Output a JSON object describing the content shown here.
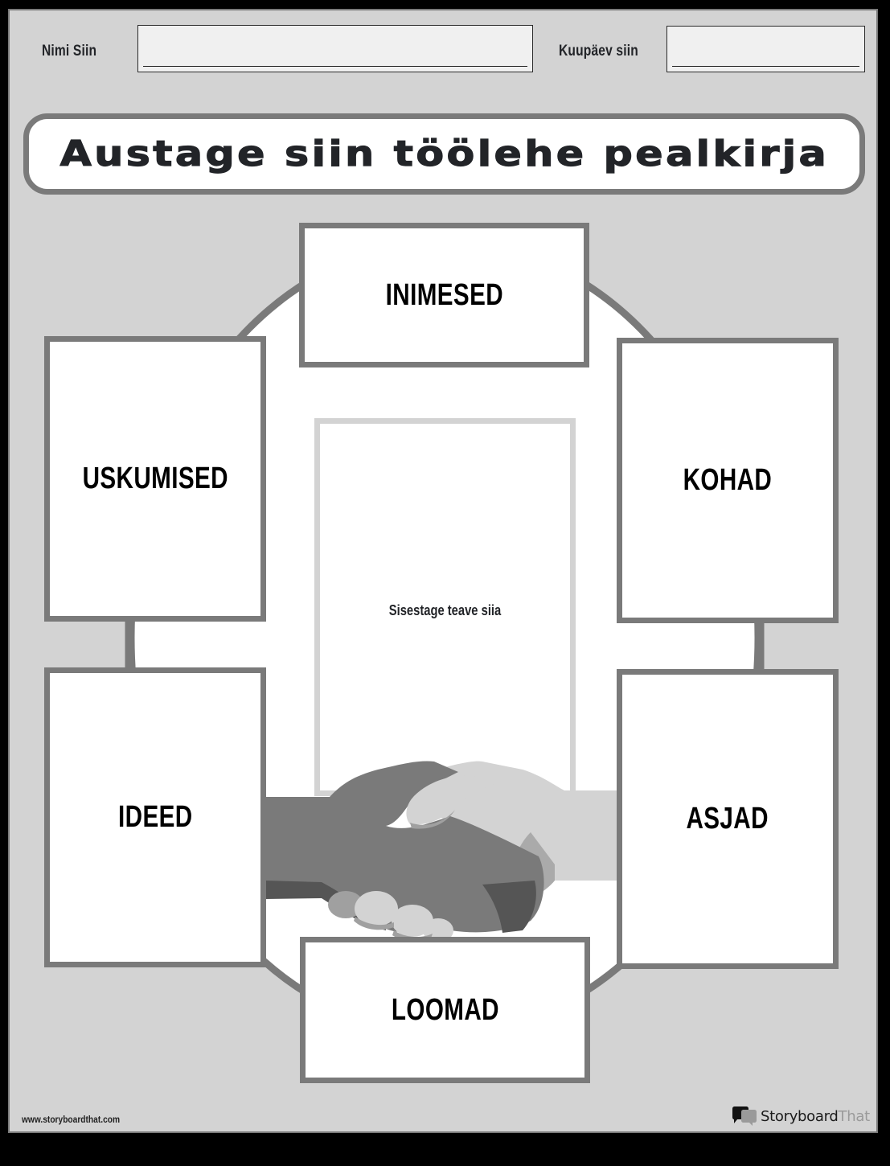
{
  "header": {
    "name_label": "Nimi Siin",
    "name_value": "",
    "date_label": "Kuupäev siin",
    "date_value": ""
  },
  "title": "Austage siin töölehe pealkirja",
  "boxes": {
    "top": "INIMESED",
    "left_upper": "USKUMISED",
    "right_upper": "KOHAD",
    "left_lower": "IDEED",
    "right_lower": "ASJAD",
    "bottom": "LOOMAD"
  },
  "center": {
    "placeholder": "Sisestage teave siia",
    "illustration": "handshake-icon"
  },
  "footer": {
    "url": "www.storyboardthat.com",
    "brand_main": "Storyboard",
    "brand_accent": "That",
    "brand_icon": "speech-bubbles-icon"
  },
  "colors": {
    "page_bg": "#d3d3d3",
    "border_gray": "#7a7a7a",
    "box_bg": "#ffffff",
    "text_dark": "#222428",
    "outer_bg": "#000000"
  }
}
